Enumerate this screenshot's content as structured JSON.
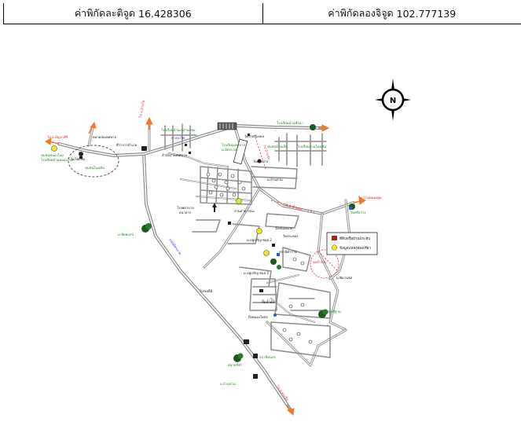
{
  "coordinates": {
    "latitude_label": "ค่าพิกัดละติจูด",
    "latitude_value": "16.428306",
    "longitude_label": "ค่าพิกัดลองจิจูด",
    "longitude_value": "102.777139"
  },
  "compass": {
    "north_letter": "N"
  },
  "legend": {
    "items": [
      {
        "label": "ที่ดินหรือบ้านประทับ",
        "color": "#b22222"
      },
      {
        "label": "ข้อมูลแหล่งท่องเที่ยว",
        "color": "#f2e51a"
      }
    ]
  },
  "map_labels": {
    "highway": "ถนนมิตรภาพ",
    "highway_south": "ไป อ.พระยืน",
    "road_nw": "ไป อ.บ้านไผ่",
    "road_n": "ไป บ้านทุ่ม",
    "road_ne": "ไป บ้านหนองตูม",
    "road_e": "ไป อ.น้ำพอง",
    "road_w": "ไป อ.มัญจาคีรี",
    "school_1": "โรงเรียนบ้านหนองโข่ง",
    "school_2": "โรงเรียนบ้านเหล่านกชุม",
    "school_3": "โรงเรียนเทศบาล",
    "school_4": "โรงเรียนบ้านหัวนา",
    "school_5": "โรงเรียนบ้านโนนทัน",
    "district": "ที่ว่าการอำเภอ",
    "market": "ตลาดสดเทศบาล",
    "temple_1": "วัดป่าศรีมงคล",
    "temple_2": "วัดโพธิ์ชัย",
    "temple_3": "วัดศรีสว่าง",
    "temple_4": "วัดหนองแวง",
    "temple_5": "วัดสระทอง",
    "village_1": "ม.อยู่เจริญ ซอย 2",
    "village_2": "ม.อยู่เจริญ ซอย 3",
    "village_3": "ม.พิมานชล",
    "village_4": "ม.บ้านสวน",
    "village_5": "ม.ชัยพฤกษ์",
    "village_6": "ม.มิตรภาพ",
    "park": "สวนสาธารณะ",
    "lake": "บึงหนองโคตร",
    "hospital": "โรงพยาบาล",
    "police": "สถานีตำรวจ",
    "gas": "ปั๊มน้ำมัน",
    "bank": "ธนาคาร",
    "post": "ไปรษณีย์",
    "target": "จุดสำรวจ",
    "rail": "ทางรถไฟ",
    "bus": "สถานีขนส่ง",
    "office": "สำนักงานเทศบาล",
    "stadium": "สนามกีฬา",
    "community_1": "ชุมชนหนองโข่ง",
    "community_2": "ชุมชนโนนทัน",
    "community_3": "ชุมชนบ้านเป็ด",
    "community_4": "ชุมชนศรีฐาน"
  }
}
